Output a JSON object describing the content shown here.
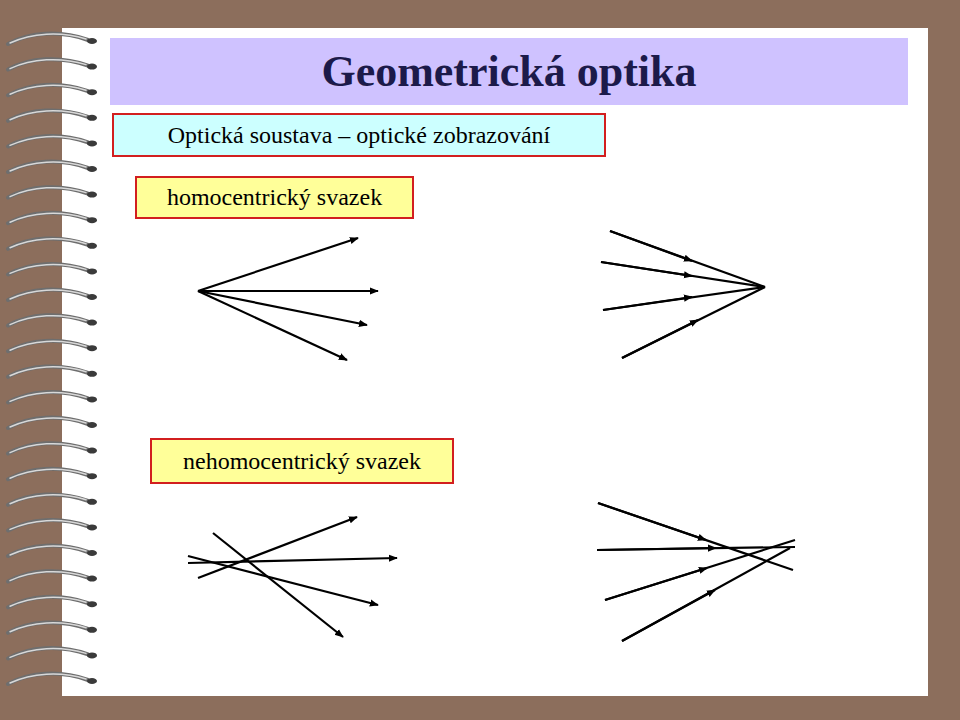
{
  "diagram": {
    "title": "Geometrická optika",
    "nodes": [
      {
        "text": [
          "Optická soustava – optické zobrazování"
        ]
      },
      {
        "text": [
          "homocentrický svazek"
        ]
      },
      {
        "text": [
          "nehomocentrický svazek"
        ]
      }
    ]
  }
}
